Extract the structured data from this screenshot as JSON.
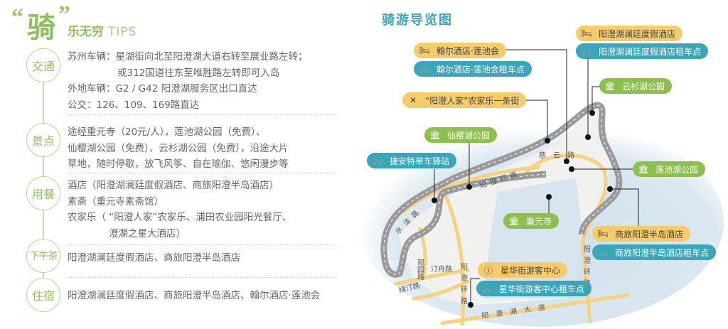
{
  "tips": {
    "title_char": "骑",
    "title_rest": "乐无穷",
    "title_en": "TIPS",
    "open_quote": "“",
    "close_quote": "”",
    "sections": [
      {
        "label": "交通",
        "lines": [
          "苏州车辆：星湖街向北至阳澄湖大道右转至展业路左转；",
          "或312国道往东至唯胜路左转即可入岛",
          "外地车辆：G2 / G42 阳澄湖服务区出口直达",
          "公交：126、109、169路直达"
        ]
      },
      {
        "label": "景点",
        "lines": [
          "途经重元寺（20元/人），莲池湖公园（免费）、",
          "仙樱湖公园（免费）、云杉湖公园（免费），沿途大片",
          "草地，随时停歇，放飞风筝、自在瑜伽、悠闲漫步等"
        ]
      },
      {
        "label": "用餐",
        "lines": [
          "酒店（阳澄湖澜廷度假酒店、商旅阳澄半岛酒店）",
          "素斋（重元寺素斋馆）",
          "农家乐（ “阳澄人家”农家乐、浦田农业园阳光餐厅、",
          "澄湖之星大酒店）"
        ]
      },
      {
        "label": "下午茶",
        "lines": [
          "阳澄湖澜廷度假酒店、商旅阳澄半岛酒店"
        ]
      },
      {
        "label": "住宿",
        "lines": [
          "阳澄湖澜廷度假酒店、商旅阳澄半岛酒店、翰尔酒店·莲池会"
        ]
      }
    ]
  },
  "map": {
    "title": "骑游导览图",
    "colors": {
      "hotel": "#f6cb6b",
      "bike": "#3aa6b9",
      "park": "#8cbf4e",
      "road": "#f5d27e",
      "lake": "#d6e4ef"
    },
    "pois": [
      {
        "label": "翰尔酒店·莲池会",
        "type": "hotel",
        "icon": "bed-icon"
      },
      {
        "label": "翰尔酒店·莲池会租车点",
        "type": "bike",
        "icon": "bicycle-icon"
      },
      {
        "label": "阳澄湖澜廷度假酒店",
        "type": "hotel",
        "icon": "bed-icon"
      },
      {
        "label": "阳澄湖澜廷度假酒店租车点",
        "type": "bike",
        "icon": "bicycle-icon"
      },
      {
        "label": "云杉湖公园",
        "type": "park",
        "icon": "park-icon"
      },
      {
        "label": "“阳澄人家”农家乐一条街",
        "type": "food",
        "icon": "fork-knife-icon"
      },
      {
        "label": "仙樱湖公园",
        "type": "park",
        "icon": "park-icon"
      },
      {
        "label": "捷安特单车驿站",
        "type": "bike",
        "icon": "bicycle-icon"
      },
      {
        "label": "莲池湖公园",
        "type": "park",
        "icon": "park-icon"
      },
      {
        "label": "重元寺",
        "type": "park",
        "icon": "temple-icon"
      },
      {
        "label": "商旅阳澄半岛酒店",
        "type": "hotel",
        "icon": "bed-icon"
      },
      {
        "label": "商旅阳澄半岛酒店租车点",
        "type": "bike",
        "icon": "bicycle-icon"
      },
      {
        "label": "星华街游客中心",
        "type": "info",
        "icon": "info-icon"
      },
      {
        "label": "星华街游客中心租车点",
        "type": "bike",
        "icon": "bicycle-icon"
      }
    ],
    "roads": [
      "慈云路",
      "阳澄环路",
      "水泽路",
      "观园路",
      "汀舟路",
      "阳澄环路",
      "绿汀路",
      "阳澄湖大道",
      "阳澄环路"
    ]
  }
}
